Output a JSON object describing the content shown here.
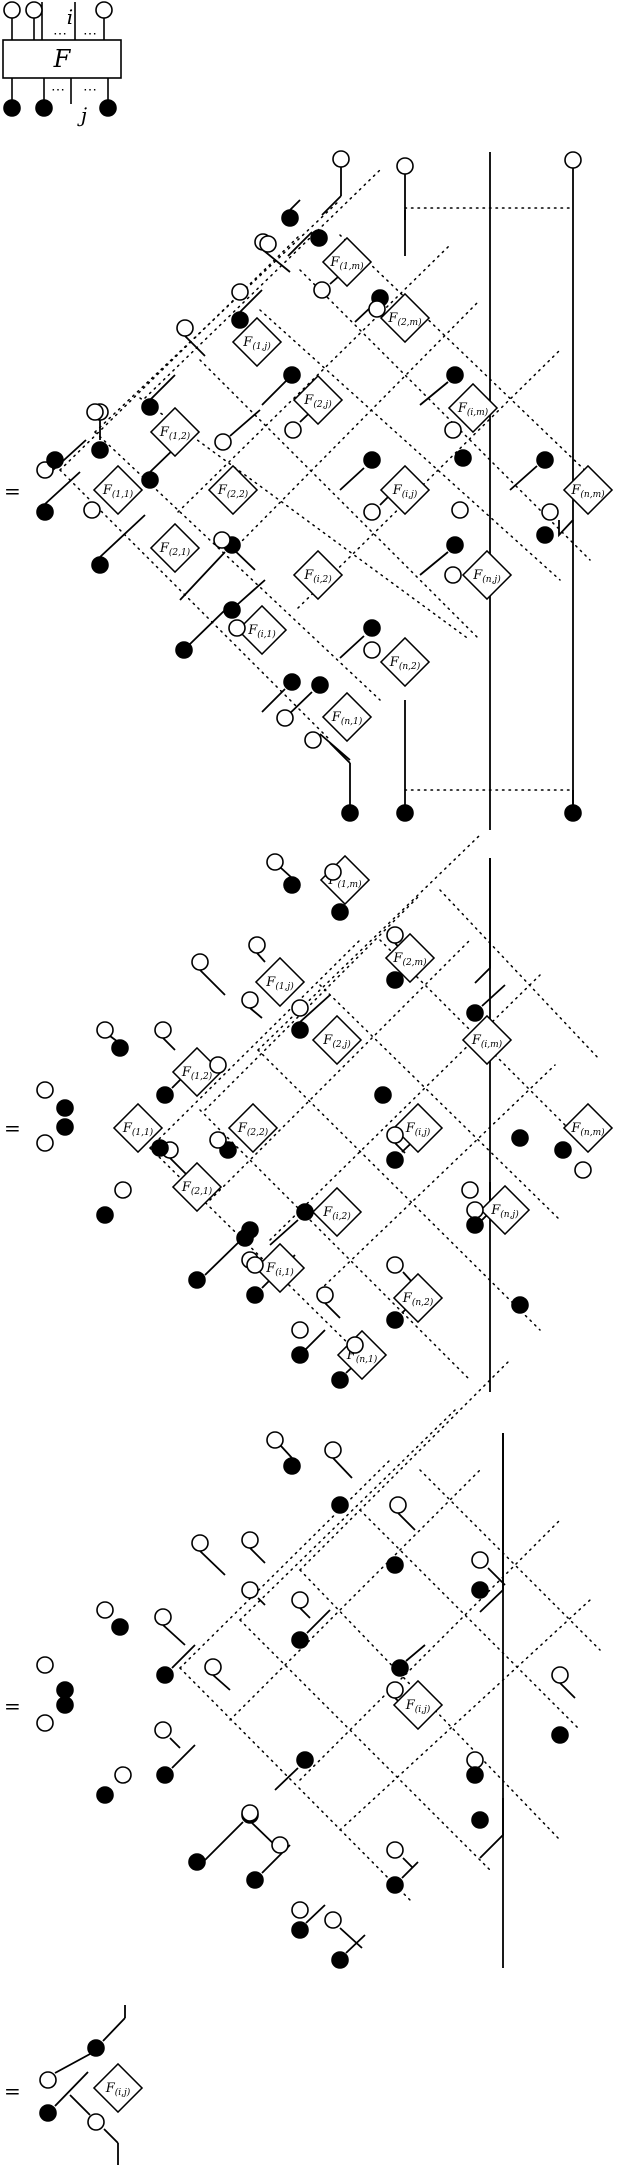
{
  "header": {
    "box_label": "F",
    "index_top": "i",
    "index_bottom": "j",
    "dots": "⋯"
  },
  "equals_sign": "=",
  "panel1": {
    "boxes": [
      {
        "id": "1m",
        "sub": "(1,m)"
      },
      {
        "id": "2m",
        "sub": "(2,m)"
      },
      {
        "id": "1j",
        "sub": "(1,j)"
      },
      {
        "id": "2j",
        "sub": "(2,j)"
      },
      {
        "id": "im",
        "sub": "(i,m)"
      },
      {
        "id": "12",
        "sub": "(1,2)"
      },
      {
        "id": "nm",
        "sub": "(n,m)"
      },
      {
        "id": "11",
        "sub": "(1,1)"
      },
      {
        "id": "22",
        "sub": "(2,2)"
      },
      {
        "id": "ij",
        "sub": "(i,j)"
      },
      {
        "id": "21",
        "sub": "(2,1)"
      },
      {
        "id": "i2",
        "sub": "(i,2)"
      },
      {
        "id": "nj",
        "sub": "(n,j)"
      },
      {
        "id": "i1",
        "sub": "(i,1)"
      },
      {
        "id": "n2",
        "sub": "(n,2)"
      },
      {
        "id": "n1",
        "sub": "(n,1)"
      }
    ]
  },
  "panel2": {
    "boxes": [
      {
        "id": "1m",
        "sub": "(1,m)"
      },
      {
        "id": "2m",
        "sub": "(2,m)"
      },
      {
        "id": "1j",
        "sub": "(1,j)"
      },
      {
        "id": "2j",
        "sub": "(2,j)"
      },
      {
        "id": "12",
        "sub": "(1,2)"
      },
      {
        "id": "im",
        "sub": "(i,m)"
      },
      {
        "id": "11",
        "sub": "(1,1)"
      },
      {
        "id": "22",
        "sub": "(2,2)"
      },
      {
        "id": "ij",
        "sub": "(i,j)"
      },
      {
        "id": "nm",
        "sub": "(n,m)"
      },
      {
        "id": "21",
        "sub": "(2,1)"
      },
      {
        "id": "nj",
        "sub": "(n,j)"
      },
      {
        "id": "i2",
        "sub": "(i,2)"
      },
      {
        "id": "i1",
        "sub": "(i,1)"
      },
      {
        "id": "n2",
        "sub": "(n,2)"
      },
      {
        "id": "n1",
        "sub": "(n,1)"
      }
    ]
  },
  "panel3": {
    "boxes": [
      {
        "id": "ij",
        "sub": "(i,j)"
      }
    ]
  },
  "panel4": {
    "boxes": [
      {
        "id": "ij",
        "sub": "(i,j)"
      }
    ]
  },
  "box_letter": "F",
  "colors": {
    "ink": "#000000",
    "paper": "#ffffff"
  }
}
